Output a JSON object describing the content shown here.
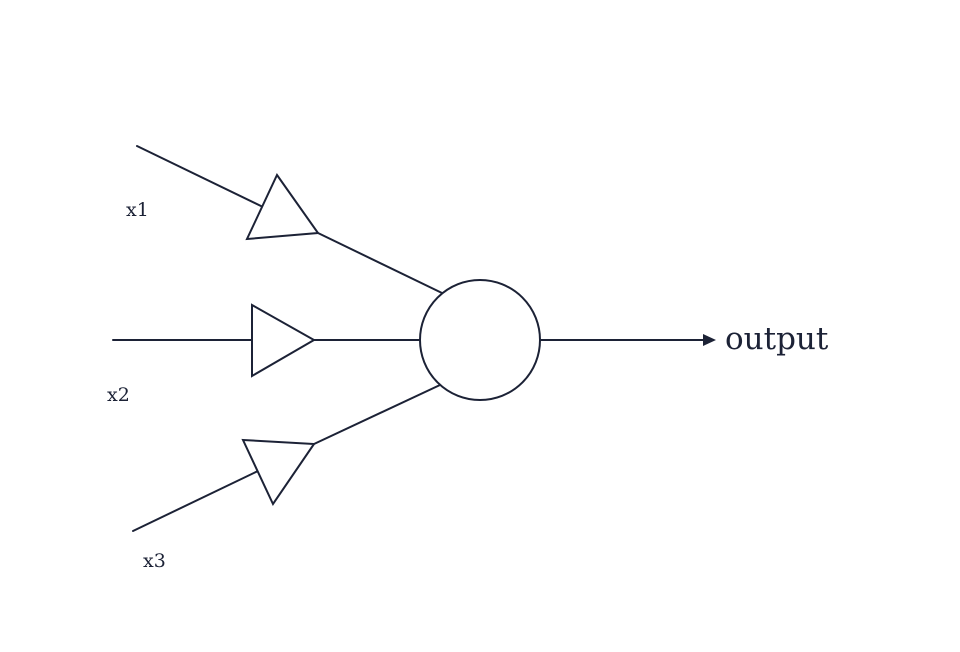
{
  "colors": {
    "stroke": "#1c2236",
    "background": "#ffffff"
  },
  "inputs": [
    {
      "label": "x1"
    },
    {
      "label": "x2"
    },
    {
      "label": "x3"
    }
  ],
  "output": {
    "label": "output"
  }
}
